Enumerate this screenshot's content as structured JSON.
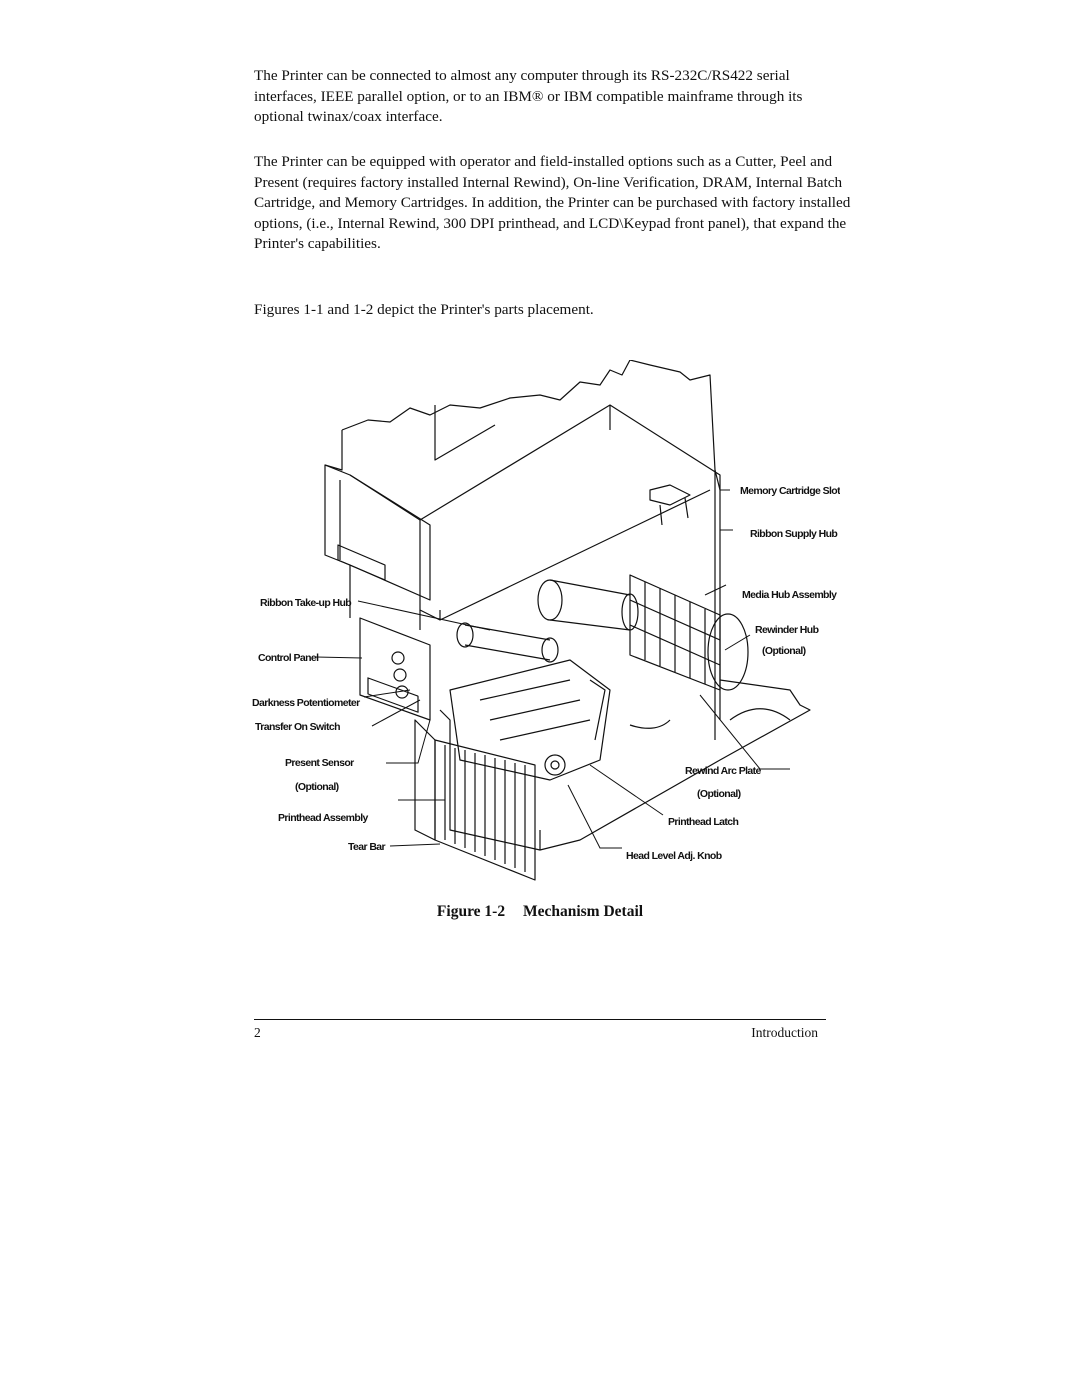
{
  "body": {
    "paragraphs": [
      "The Printer can be connected to almost any computer through its RS-232C/RS422 serial interfaces, IEEE parallel option, or to an IBM® or IBM compatible mainframe through its optional twinax/coax interface.",
      "The Printer can be equipped with operator and field-installed options such as a Cutter, Peel and Present (requires factory installed Internal Rewind), On-line Verification, DRAM, Internal Batch Cartridge, and Memory Cartridges. In addition, the Printer can be purchased with factory installed options, (i.e., Internal Rewind, 300 DPI printhead, and LCD\\Keypad front panel), that expand the Printer's capabilities.",
      "Figures 1-1 and 1-2 depict the Printer's parts placement."
    ]
  },
  "figure": {
    "labels_left": {
      "ribbon_takeup_hub": "Ribbon Take-up Hub",
      "control_panel": "Control Panel",
      "darkness_potentiometer": "Darkness Potentiometer",
      "transfer_on_switch": "Transfer On Switch",
      "present_sensor": "Present Sensor",
      "present_sensor_optional": "(Optional)",
      "printhead_assembly": "Printhead Assembly",
      "tear_bar": "Tear Bar"
    },
    "labels_right": {
      "memory_cartridge_slot": "Memory Cartridge Slot",
      "ribbon_supply_hub": "Ribbon Supply Hub",
      "media_hub_assembly": "Media Hub Assembly",
      "rewinder_hub": "Rewinder Hub",
      "rewinder_hub_optional": "(Optional)",
      "rewind_arc_plate": "Rewind Arc Plate",
      "rewind_arc_plate_optional": "(Optional)",
      "printhead_latch": "Printhead Latch",
      "head_level_adj_knob": "Head Level Adj. Knob"
    },
    "caption_number": "Figure 1-2",
    "caption_title": "Mechanism Detail"
  },
  "footer": {
    "page_number": "2",
    "chapter": "Introduction"
  }
}
